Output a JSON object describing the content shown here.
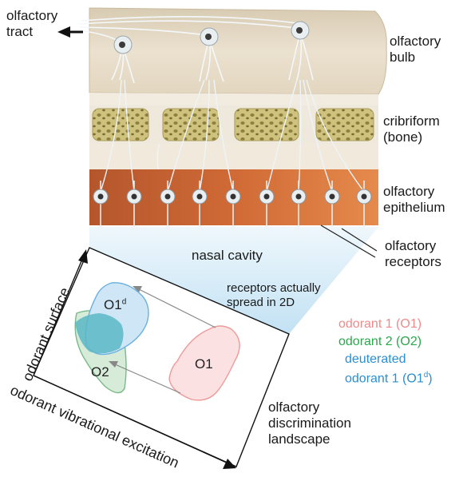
{
  "labels": {
    "olfactory_tract": "olfactory\ntract",
    "olfactory_bulb": "olfactory\nbulb",
    "cribriform": "cribriform\n(bone)",
    "olfactory_epithelium": "olfactory\nepithelium",
    "olfactory_receptors": "olfactory\nreceptors",
    "nasal_cavity": "nasal cavity",
    "receptors_note": "receptors actually\nspread in 2D",
    "discrimination_landscape": "olfactory\ndiscrimination\nlandscape"
  },
  "axes": {
    "y_label": "odorant surface",
    "x_label": "odorant vibrational excitation"
  },
  "regions": {
    "o1": "O1",
    "o2": "O2",
    "o1d": "O1",
    "o1d_sup": "d"
  },
  "legend": [
    {
      "text": "odorant 1 (O1)",
      "color": "#f08a8a"
    },
    {
      "text": "odorant 2 (O2)",
      "color": "#2aa84a"
    },
    {
      "text": "deuterated",
      "color": "#2a8fd0"
    },
    {
      "text": "odorant 1 (O1",
      "sup": "d",
      "close": ")",
      "color": "#2a8fd0"
    }
  ],
  "colors": {
    "bulb": "#e8dcc6",
    "epithelium": "#d9733a",
    "o1_fill": "#fbe1e1",
    "o2_fill": "#d6ecd8",
    "o1d_fill": "#cfe6f6",
    "overlap_fill": "#5bb7c4",
    "nasal_cavity": "#cfe7f5"
  }
}
